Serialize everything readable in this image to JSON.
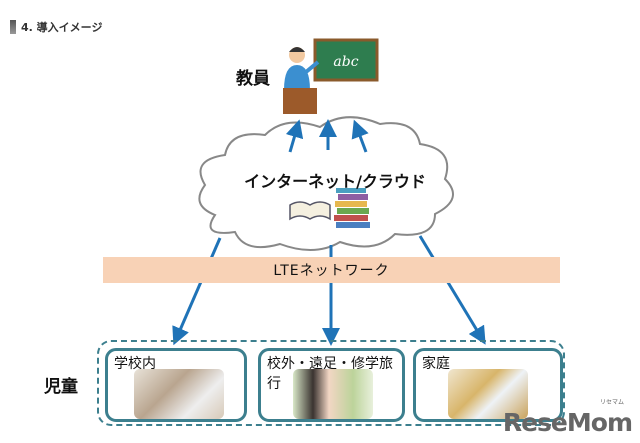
{
  "header": {
    "title": "4. 導入イメージ"
  },
  "teacher": {
    "label": "教員",
    "chalkboard_text": "abc"
  },
  "cloud": {
    "label": "インターネット/クラウド"
  },
  "network": {
    "label": "LTEネットワーク"
  },
  "children": {
    "label": "児童",
    "locations": [
      {
        "label": "学校内"
      },
      {
        "label": "校外・遠足・修学旅行"
      },
      {
        "label": "家庭"
      }
    ]
  },
  "logo": {
    "text": "ReseMom",
    "sub": "リセマム"
  },
  "colors": {
    "accent": "#3c7f8e",
    "arrow": "#1f73b7",
    "lte": "#f8d2b6"
  }
}
